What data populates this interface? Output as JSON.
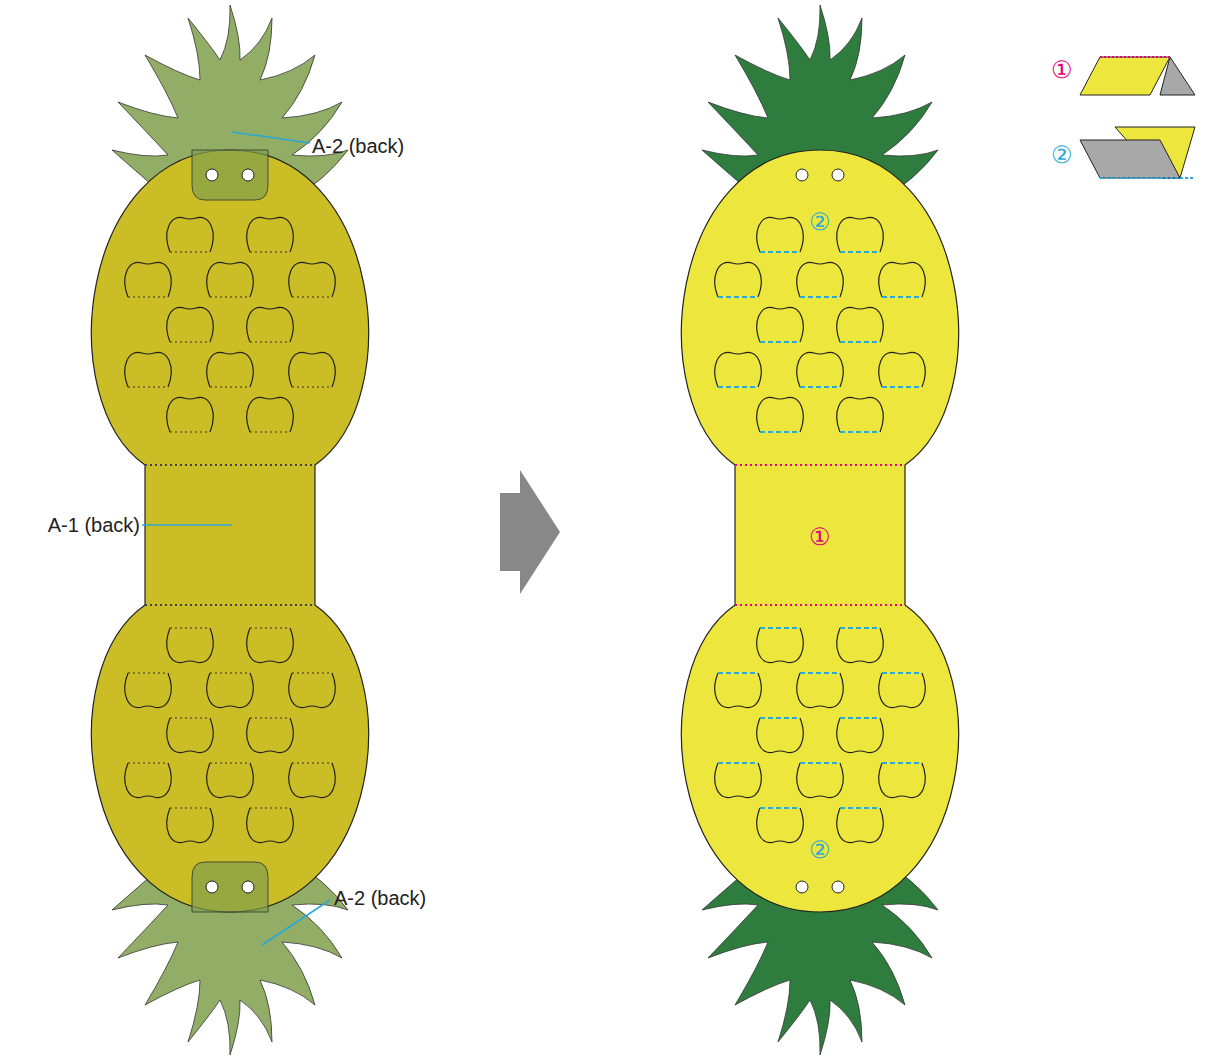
{
  "diagram": {
    "labels": [
      "A-2 (back)",
      "A-1 (back)",
      "A-2 (back)",
      "②",
      "①",
      "②"
    ],
    "legend": [
      {
        "text": "①"
      },
      {
        "text": "②"
      }
    ]
  }
}
